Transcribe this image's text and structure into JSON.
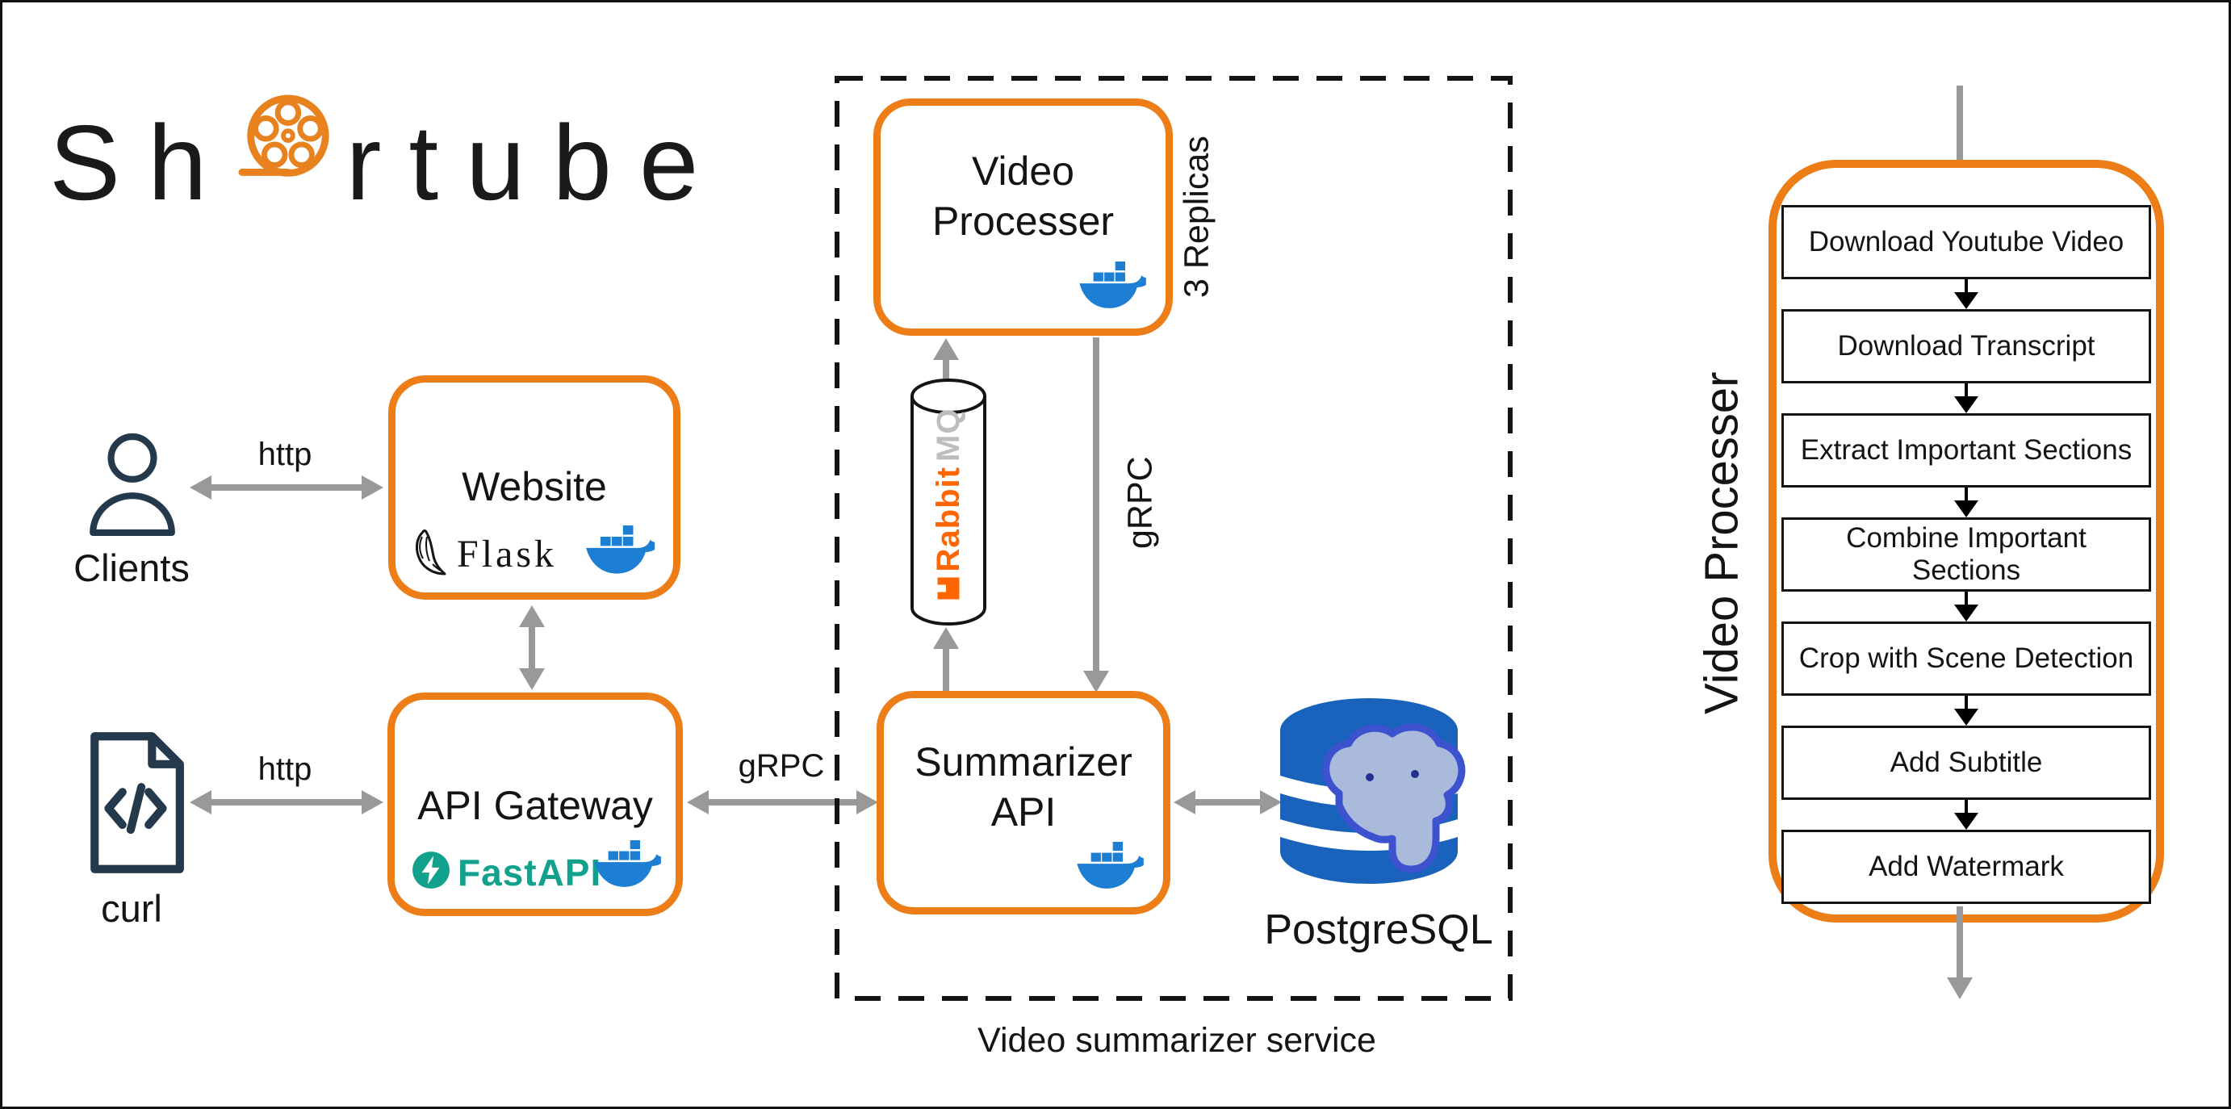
{
  "logo": {
    "prefix": "Sh",
    "suffix": "rtube",
    "name": "Shortube"
  },
  "left_flow": {
    "clients_label": "Clients",
    "curl_label": "curl",
    "http_top_label": "http",
    "http_bottom_label": "http",
    "grpc_label": "gRPC"
  },
  "nodes": {
    "website": {
      "title": "Website",
      "flask_label": "Flask"
    },
    "api_gateway": {
      "title": "API Gateway",
      "fastapi_label": "FastAPI"
    },
    "video_processer": {
      "line1": "Video",
      "line2": "Processer",
      "replicas": "3 Replicas"
    },
    "summarizer_api": {
      "line1": "Summarizer",
      "line2": "API"
    },
    "rabbitmq": {
      "part1": "Rabbit",
      "part2": "MQ"
    },
    "postgresql": {
      "label": "PostgreSQL"
    },
    "grpc_vertical_label": "gRPC"
  },
  "service_group_label": "Video summarizer service",
  "right_panel": {
    "side_title": "Video Processer",
    "steps": [
      "Download Youtube Video",
      "Download Transcript",
      "Extract Important Sections",
      "Combine Important Sections",
      "Crop with Scene Detection",
      "Add Subtitle",
      "Add Watermark"
    ]
  },
  "colors": {
    "accent_orange": "#ED7D17",
    "docker_blue": "#1D7FD4",
    "fastapi_teal": "#12A18C",
    "rabbitmq_orange": "#FF6600",
    "postgres_blue": "#1A63BD",
    "arrow_gray": "#999999",
    "ink": "#141414",
    "icon_navy": "#24394B"
  }
}
